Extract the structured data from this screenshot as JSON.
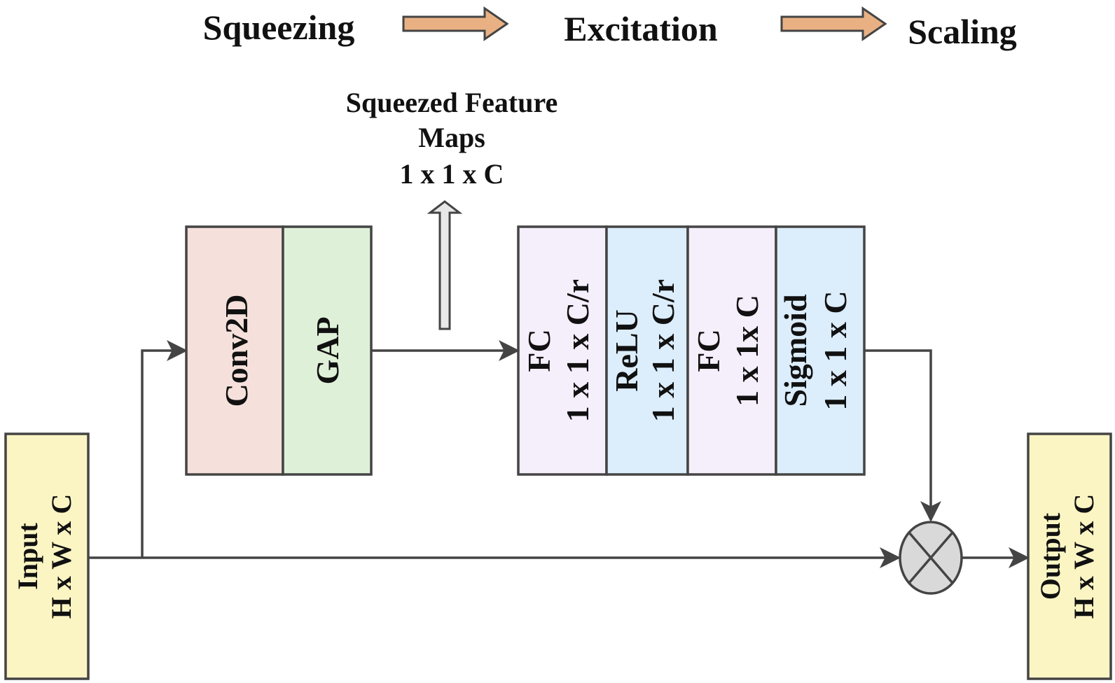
{
  "stages": {
    "squeezing": "Squeezing",
    "excitation": "Excitation",
    "scaling": "Scaling"
  },
  "squeezed_note": {
    "line1": "Squeezed Feature",
    "line2": "Maps",
    "line3": "1 x 1 x C"
  },
  "blocks": {
    "conv2d": "Conv2D",
    "gap": "GAP",
    "fc1_name": "FC",
    "fc1_dim": "1 x 1 x C/r",
    "relu_name": "ReLU",
    "relu_dim": "1 x 1 x C/r",
    "fc2_name": "FC",
    "fc2_dim": "1 x 1x C",
    "sigmoid_name": "Sigmoid",
    "sigmoid_dim": "1 x 1 x C"
  },
  "input": {
    "name": "Input",
    "dims": "H x W x C"
  },
  "output": {
    "name": "Output",
    "dims": "H x W x C"
  },
  "colors": {
    "conv2d": "#f5e0db",
    "gap": "#dff0d8",
    "fc": "#f5eefb",
    "relu_sigmoid": "#dcedfb",
    "io": "#fbf5c4",
    "stage_arrow": "#e9b183",
    "multiply": "#d9d9d9",
    "line": "#444444"
  }
}
